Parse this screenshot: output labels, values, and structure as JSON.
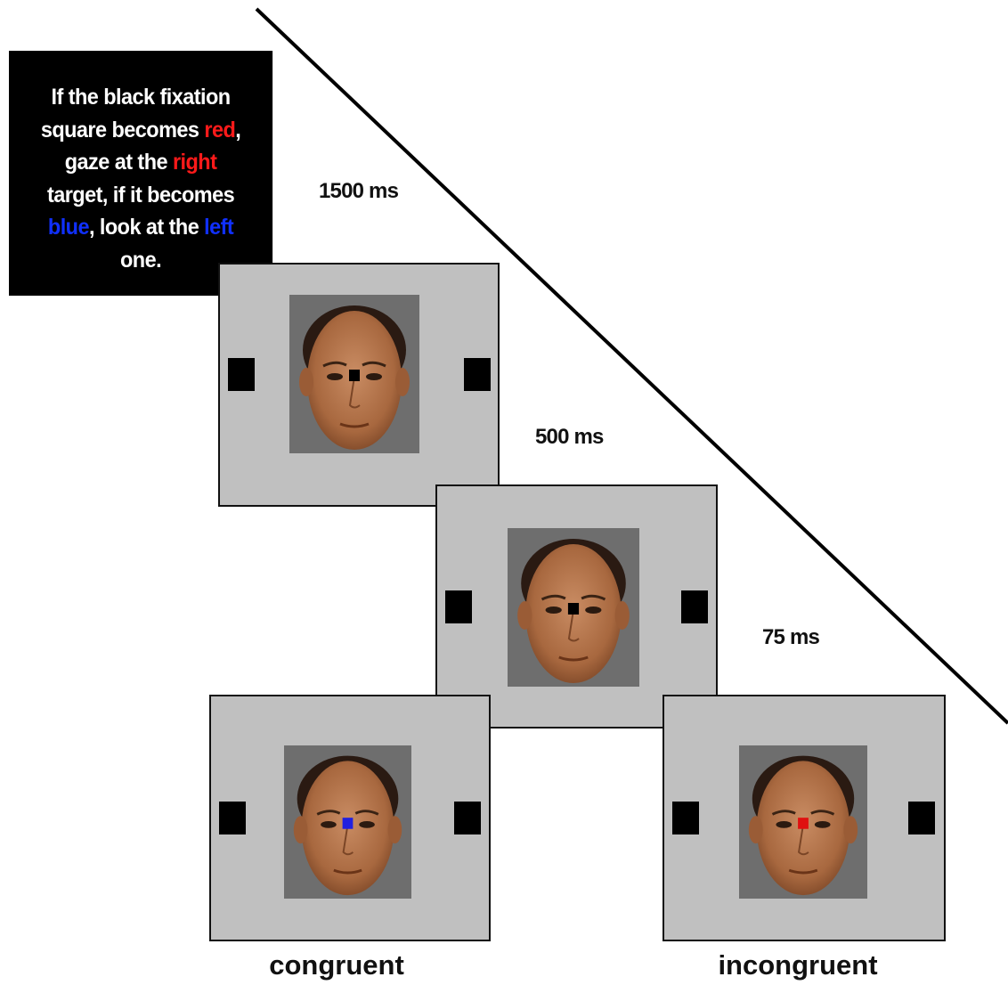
{
  "instruction": {
    "segments": [
      {
        "text": "If the black fixation",
        "color": "white",
        "br": true
      },
      {
        "text": "square becomes ",
        "color": "white"
      },
      {
        "text": "red",
        "color": "red"
      },
      {
        "text": ",",
        "color": "white",
        "br": true
      },
      {
        "text": "gaze at the ",
        "color": "white"
      },
      {
        "text": "right",
        "color": "red",
        "br": true
      },
      {
        "text": "target, if it becomes",
        "color": "white",
        "br": true
      },
      {
        "text": "blue",
        "color": "blue"
      },
      {
        "text": ", look at the ",
        "color": "white"
      },
      {
        "text": "left",
        "color": "blue",
        "br": true
      },
      {
        "text": "one.",
        "color": "white"
      }
    ]
  },
  "timings": {
    "first": "1500 ms",
    "second": "500 ms",
    "third": "75 ms"
  },
  "conditions": {
    "congruent": "congruent",
    "incongruent": "incongruent"
  },
  "screens": [
    {
      "id": "fixation",
      "cue_color": "#000000"
    },
    {
      "id": "gaze-shift",
      "cue_color": "#000000"
    },
    {
      "id": "congruent",
      "cue_color": "#2020e0"
    },
    {
      "id": "incongruent",
      "cue_color": "#e01010"
    }
  ],
  "colors": {
    "screen_bg": "#c0c0c0",
    "face_panel_bg": "#6e6e6e",
    "instruction_bg": "#000000",
    "red_word": "#ff1a1a",
    "blue_word": "#1030ff"
  }
}
